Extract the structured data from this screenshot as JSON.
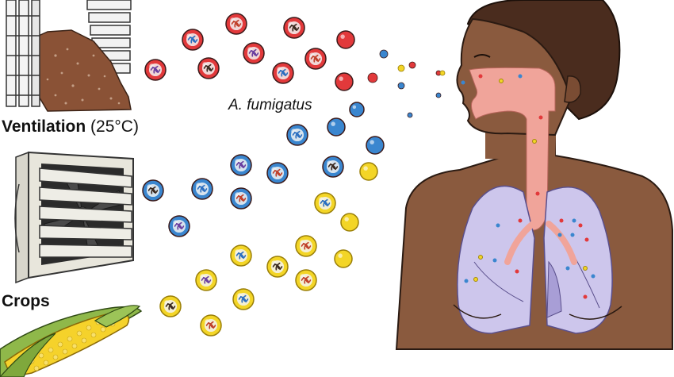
{
  "labels": {
    "ventilation_title": "Ventilation",
    "ventilation_temp": "(25°C)",
    "crops_title": "Crops",
    "species": "A. fumigatus"
  },
  "colors": {
    "skin": "#8a5a3e",
    "skin_outline": "#2a1a12",
    "hair": "#4a2c1e",
    "airway": "#f0a49a",
    "lungs": "#cdc6ec",
    "lungs_dark": "#a89ed6",
    "spore_red": "#e2393b",
    "spore_blue": "#3a86cf",
    "spore_yellow": "#f3d527",
    "compost": "#8a5236",
    "corn": "#f5d22b",
    "husk": "#8fb84a",
    "fan_frame": "#e8e6dc"
  },
  "icons": {
    "compost_bin": "compost-bin-icon",
    "ventilation_fan": "ventilation-fan-icon",
    "corn": "corn-cob-icon",
    "human": "human-respiratory-figure-icon"
  }
}
